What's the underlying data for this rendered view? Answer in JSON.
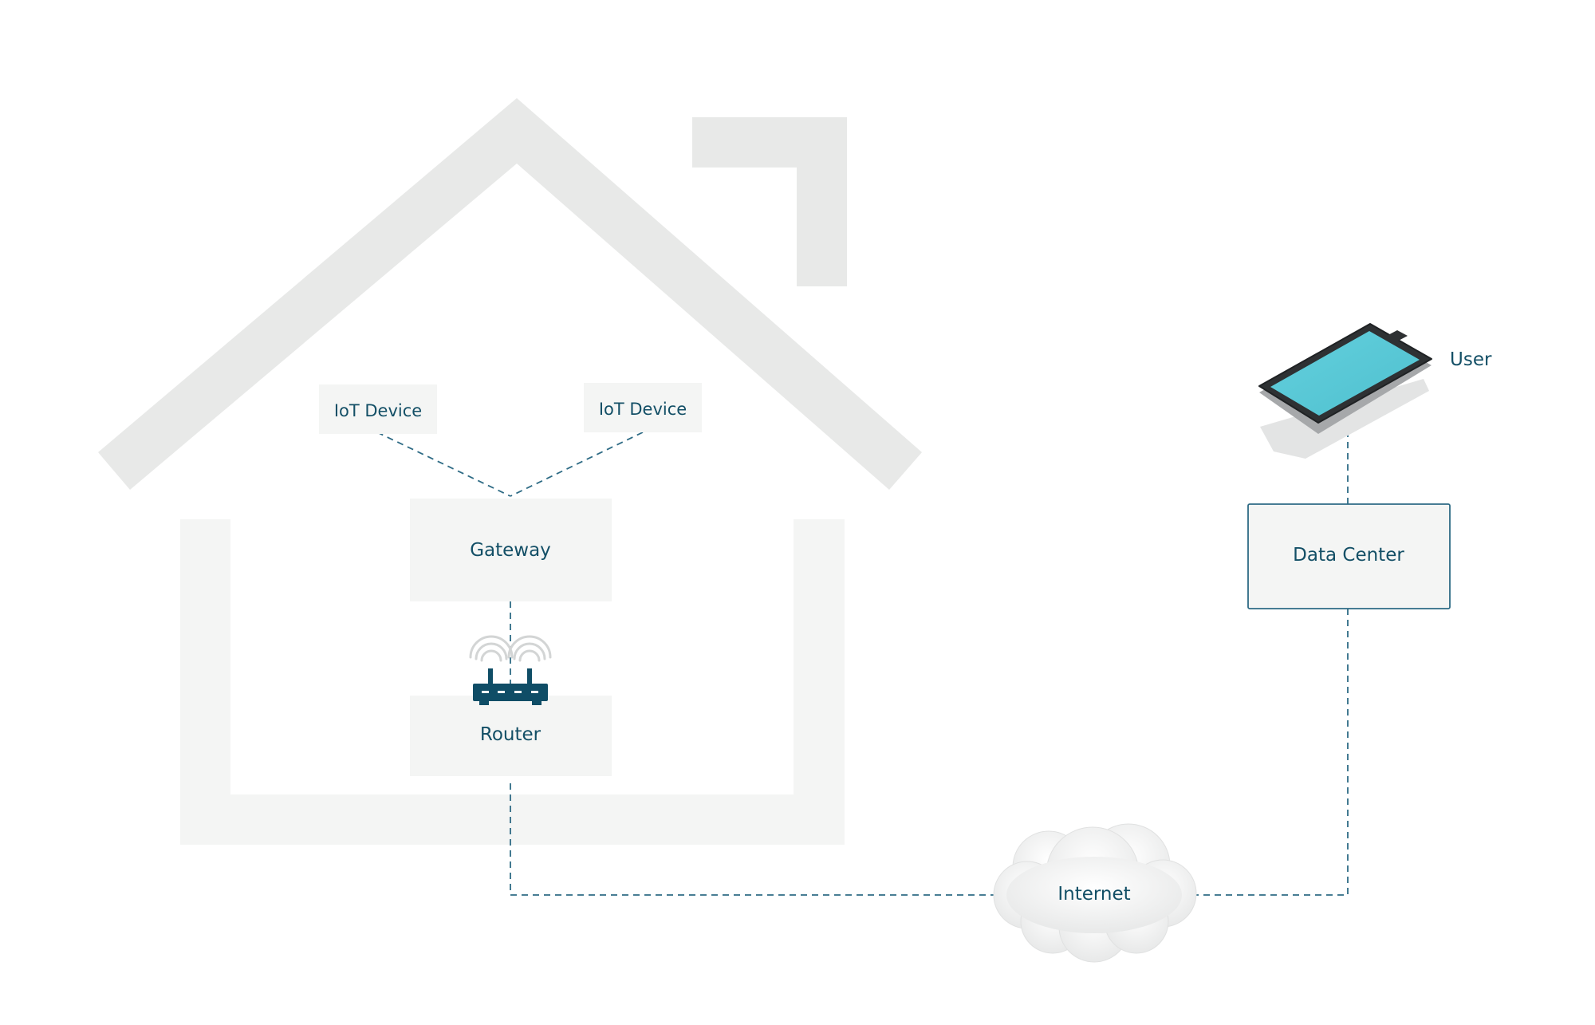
{
  "nodes": {
    "iot_device_left": "IoT Device",
    "iot_device_right": "IoT Device",
    "gateway": "Gateway",
    "router": "Router",
    "internet": "Internet",
    "data_center": "Data Center",
    "user": "User"
  },
  "colors": {
    "house": "#e8e9e8",
    "house_walls": "#f4f5f4",
    "box_fill": "#f4f5f4",
    "label": "#134f66",
    "connector": "#2e6b85",
    "router_body": "#0f4d66",
    "phone_screen": "#5ac8d6",
    "data_center_border": "#2e6b85"
  },
  "icons": {
    "router": "wifi-router-icon",
    "internet": "cloud-icon",
    "user": "smartphone-icon"
  }
}
